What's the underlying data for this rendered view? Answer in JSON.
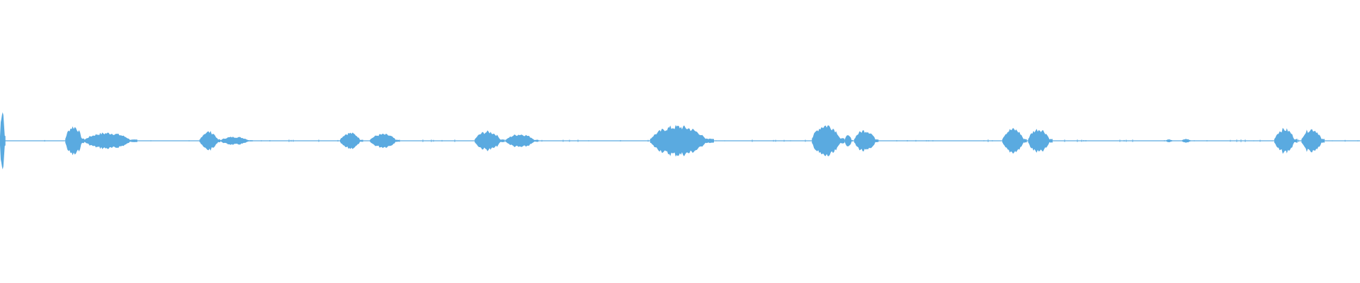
{
  "waveform": {
    "color": "#5aaae0",
    "baseline_color": "#5aaae0",
    "background": "#ffffff",
    "duration_fraction_axis": "0-1",
    "segments": [
      {
        "start": 0.0,
        "end": 0.004,
        "amplitude": 0.12
      },
      {
        "start": 0.048,
        "end": 0.062,
        "amplitude": 0.055
      },
      {
        "start": 0.062,
        "end": 0.101,
        "amplitude": 0.03
      },
      {
        "start": 0.147,
        "end": 0.162,
        "amplitude": 0.035
      },
      {
        "start": 0.162,
        "end": 0.186,
        "amplitude": 0.015
      },
      {
        "start": 0.25,
        "end": 0.267,
        "amplitude": 0.03
      },
      {
        "start": 0.272,
        "end": 0.294,
        "amplitude": 0.025
      },
      {
        "start": 0.349,
        "end": 0.371,
        "amplitude": 0.035
      },
      {
        "start": 0.372,
        "end": 0.396,
        "amplitude": 0.025
      },
      {
        "start": 0.478,
        "end": 0.525,
        "amplitude": 0.055
      },
      {
        "start": 0.597,
        "end": 0.621,
        "amplitude": 0.06
      },
      {
        "start": 0.621,
        "end": 0.627,
        "amplitude": 0.02
      },
      {
        "start": 0.628,
        "end": 0.646,
        "amplitude": 0.04
      },
      {
        "start": 0.737,
        "end": 0.755,
        "amplitude": 0.045
      },
      {
        "start": 0.756,
        "end": 0.774,
        "amplitude": 0.045
      },
      {
        "start": 0.857,
        "end": 0.863,
        "amplitude": 0.005
      },
      {
        "start": 0.869,
        "end": 0.876,
        "amplitude": 0.007
      },
      {
        "start": 0.937,
        "end": 0.954,
        "amplitude": 0.045
      },
      {
        "start": 0.957,
        "end": 0.974,
        "amplitude": 0.045
      }
    ]
  }
}
